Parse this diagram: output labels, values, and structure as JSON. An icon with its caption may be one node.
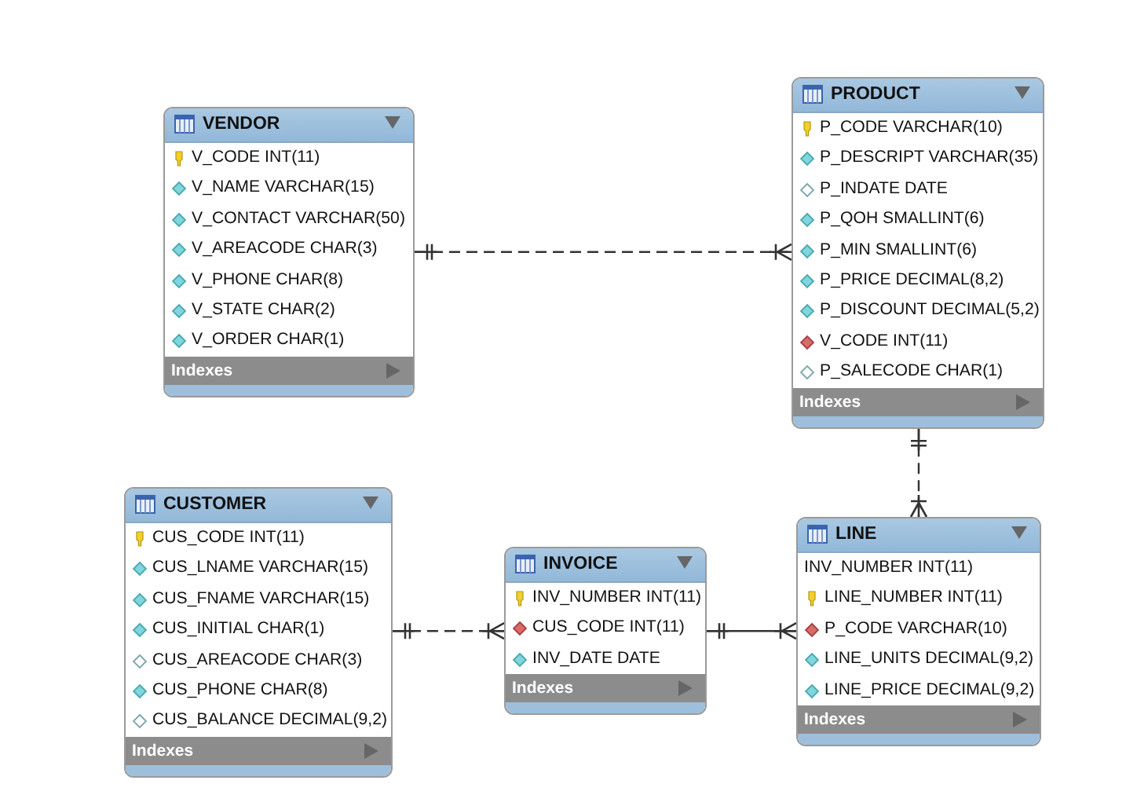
{
  "diagram": {
    "nodes": [
      {
        "text": [
          "VENDOR",
          "V_CODE INT(11)",
          "V_NAME VARCHAR(15)",
          "V_CONTACT VARCHAR(50)",
          "V_AREACODE CHAR(3)",
          "V_PHONE CHAR(8)",
          "V_STATE CHAR(2)",
          "V_ORDER CHAR(1)",
          "Indexes"
        ]
      },
      {
        "text": [
          "PRODUCT",
          "P_CODE VARCHAR(10)",
          "P_DESCRIPT VARCHAR(35)",
          "P_INDATE DATE",
          "P_QOH SMALLINT(6)",
          "P_MIN SMALLINT(6)",
          "P_PRICE DECIMAL(8,2)",
          "P_DISCOUNT DECIMAL(5,2)",
          "V_CODE INT(11)",
          "P_SALECODE CHAR(1)",
          "Indexes"
        ]
      },
      {
        "text": [
          "CUSTOMER",
          "CUS_CODE INT(11)",
          "CUS_LNAME VARCHAR(15)",
          "CUS_FNAME VARCHAR(15)",
          "CUS_INITIAL CHAR(1)",
          "CUS_AREACODE CHAR(3)",
          "CUS_PHONE CHAR(8)",
          "CUS_BALANCE DECIMAL(9,2)",
          "Indexes"
        ]
      },
      {
        "text": [
          "INVOICE",
          "INV_NUMBER INT(11)",
          "CUS_CODE INT(11)",
          "INV_DATE DATE",
          "Indexes"
        ]
      },
      {
        "text": [
          "LINE",
          "INV_NUMBER INT(11)",
          "LINE_NUMBER INT(11)",
          "P_CODE VARCHAR(10)",
          "LINE_UNITS DECIMAL(9,2)",
          "LINE_PRICE DECIMAL(9,2)",
          "Indexes"
        ]
      }
    ],
    "edges": [
      {
        "from": 0,
        "to": 1,
        "arrow": "other",
        "style": "dashed"
      },
      {
        "from": 1,
        "to": 4,
        "arrow": "other",
        "style": "dashed"
      },
      {
        "from": 2,
        "to": 3,
        "arrow": "other",
        "style": "dashed"
      },
      {
        "from": 3,
        "to": 4,
        "arrow": "other"
      }
    ]
  }
}
